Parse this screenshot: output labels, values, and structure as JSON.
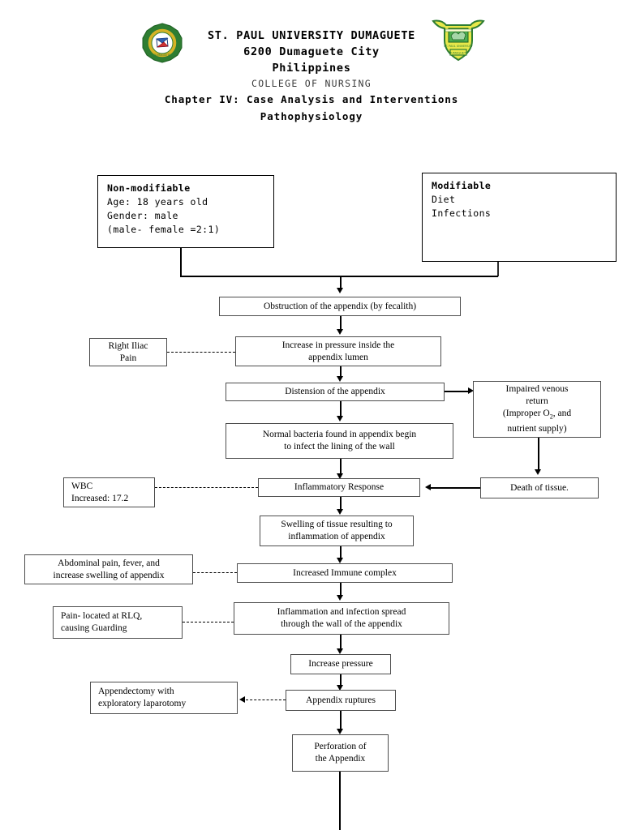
{
  "header": {
    "institution_line1": "ST. PAUL UNIVERSITY DUMAGUETE",
    "institution_line2": "6200 Dumaguete City",
    "institution_line3": "Philippines",
    "department": "COLLEGE OF NURSING",
    "chapter_title": "Chapter IV: Case Analysis and Interventions",
    "chapter_subtitle": "Pathophysiology",
    "left_logo_name": "st-paul-university-seal",
    "right_logo_name": "st-paul-university-crest",
    "logo_colors": {
      "seal_green": "#2e7d32",
      "seal_gold": "#d6b325",
      "crest_green": "#4caf50",
      "crest_yellow": "#e8e84a"
    }
  },
  "risk_factors": {
    "non_modifiable": {
      "title": "Non-modifiable",
      "line1": "Age: 18 years old",
      "line2": "Gender: male",
      "line3": "(male- female  =2:1)"
    },
    "modifiable": {
      "title": "Modifiable",
      "line1": "Diet",
      "line2": "Infections"
    }
  },
  "flow": {
    "obstruction": "Obstruction of the appendix (by fecalith)",
    "increase_pressure_lumen_l1": "Increase in pressure inside the",
    "increase_pressure_lumen_l2": "appendix lumen",
    "distension": "Distension of the appendix",
    "normal_bacteria_l1": "Normal bacteria found in appendix begin",
    "normal_bacteria_l2": "to infect the lining of the wall",
    "inflammatory_response": "Inflammatory Response",
    "swelling_l1": "Swelling of tissue resulting to",
    "swelling_l2": "inflammation of appendix",
    "increased_immune_complex": "Increased Immune complex",
    "inflammation_spread_l1": "Inflammation and infection spread",
    "inflammation_spread_l2": "through the wall of the appendix",
    "increase_pressure": "Increase pressure",
    "appendix_ruptures": "Appendix ruptures",
    "perforation_l1": "Perforation of",
    "perforation_l2": "the Appendix"
  },
  "side_branch": {
    "impaired_venous_l1": "Impaired venous",
    "impaired_venous_l2": "return",
    "impaired_venous_l3_a": "(Improper O",
    "impaired_venous_l3_sub": "2",
    "impaired_venous_l3_b": ", and",
    "impaired_venous_l4": "nutrient supply)",
    "death_of_tissue": "Death of tissue."
  },
  "annotations": {
    "right_iliac_l1": "Right Iliac",
    "right_iliac_l2": "Pain",
    "wbc_l1": "WBC",
    "wbc_l2": "Increased: 17.2",
    "abdominal_pain_l1": "Abdominal pain, fever, and",
    "abdominal_pain_l2": "increase swelling of appendix",
    "rlq_pain_l1": "Pain- located at RLQ,",
    "rlq_pain_l2": "causing Guarding",
    "appendectomy_l1": "Appendectomy with",
    "appendectomy_l2": "exploratory laparotomy"
  }
}
